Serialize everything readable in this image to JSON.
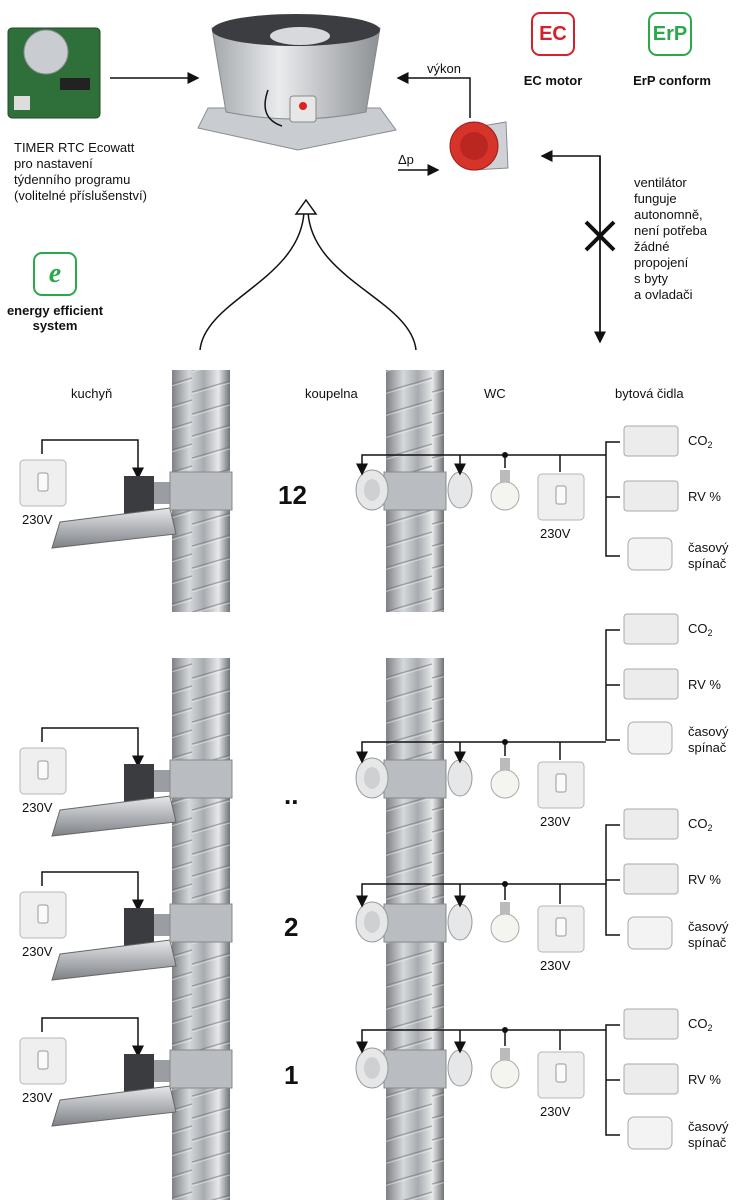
{
  "header": {
    "timer_label": "TIMER RTC Ecowatt\npro nastavení\ntýdenního programu\n(volitelné příslušenství)",
    "power_label": "výkon",
    "pressure_label": "Δp",
    "autonomy_note": "ventilátor\nfunguje\nautonomně,\nnení potřeba\nžádné\npropojení\ns byty\na ovladači"
  },
  "badges": {
    "ec": {
      "symbol": "EC",
      "caption": "EC motor",
      "color": "#d6202a"
    },
    "erp": {
      "symbol": "ErP",
      "caption": "ErP conform",
      "color": "#2aa84a"
    },
    "energy": {
      "symbol": "e",
      "caption": "energy efficient\nsystem",
      "color": "#2aa84a"
    }
  },
  "columns": {
    "kitchen": "kuchyň",
    "bathroom": "koupelna",
    "wc": "WC",
    "sensors": "bytová čidla"
  },
  "floors": [
    "12",
    "..",
    "2",
    "1"
  ],
  "labels": {
    "voltage": "230V",
    "co2_main": "CO",
    "co2_sub": "2",
    "rh": "RV %",
    "timer_switch": "časový\nspínač"
  }
}
